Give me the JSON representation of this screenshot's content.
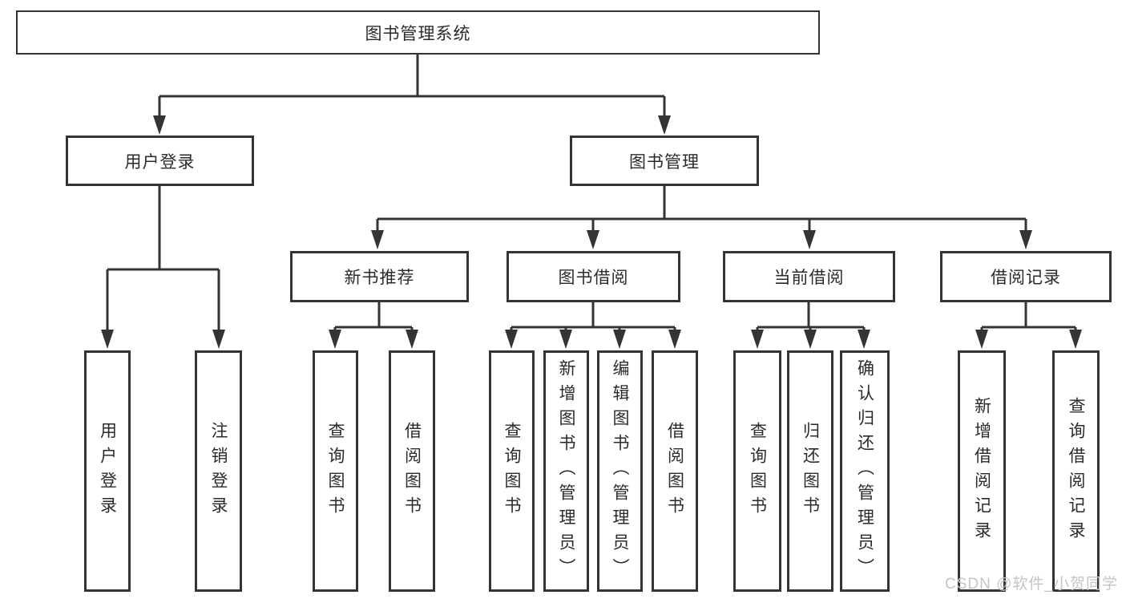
{
  "diagram": {
    "root": {
      "label": "图书管理系统"
    },
    "level2": [
      {
        "label": "用户登录",
        "children": [
          {
            "label": "用户登录"
          },
          {
            "label": "注销登录"
          }
        ]
      },
      {
        "label": "图书管理",
        "children": [
          {
            "label": "新书推荐",
            "children": [
              {
                "label": "查询图书"
              },
              {
                "label": "借阅图书"
              }
            ]
          },
          {
            "label": "图书借阅",
            "children": [
              {
                "label": "查询图书"
              },
              {
                "label": "新增图书（管理员）"
              },
              {
                "label": "编辑图书（管理员）"
              },
              {
                "label": "借阅图书"
              }
            ]
          },
          {
            "label": "当前借阅",
            "children": [
              {
                "label": "查询图书"
              },
              {
                "label": "归还图书"
              },
              {
                "label": "确认归还（管理员）"
              }
            ]
          },
          {
            "label": "借阅记录",
            "children": [
              {
                "label": "新增借阅记录"
              },
              {
                "label": "查询借阅记录"
              }
            ]
          }
        ]
      }
    ]
  },
  "watermark": {
    "text": "CSDN @软件_小贺同学",
    "color": "#c5c5c5"
  },
  "colors": {
    "line": "#343434",
    "box_border": "#343434",
    "text": "#2b2b2b",
    "background": "#ffffff"
  }
}
